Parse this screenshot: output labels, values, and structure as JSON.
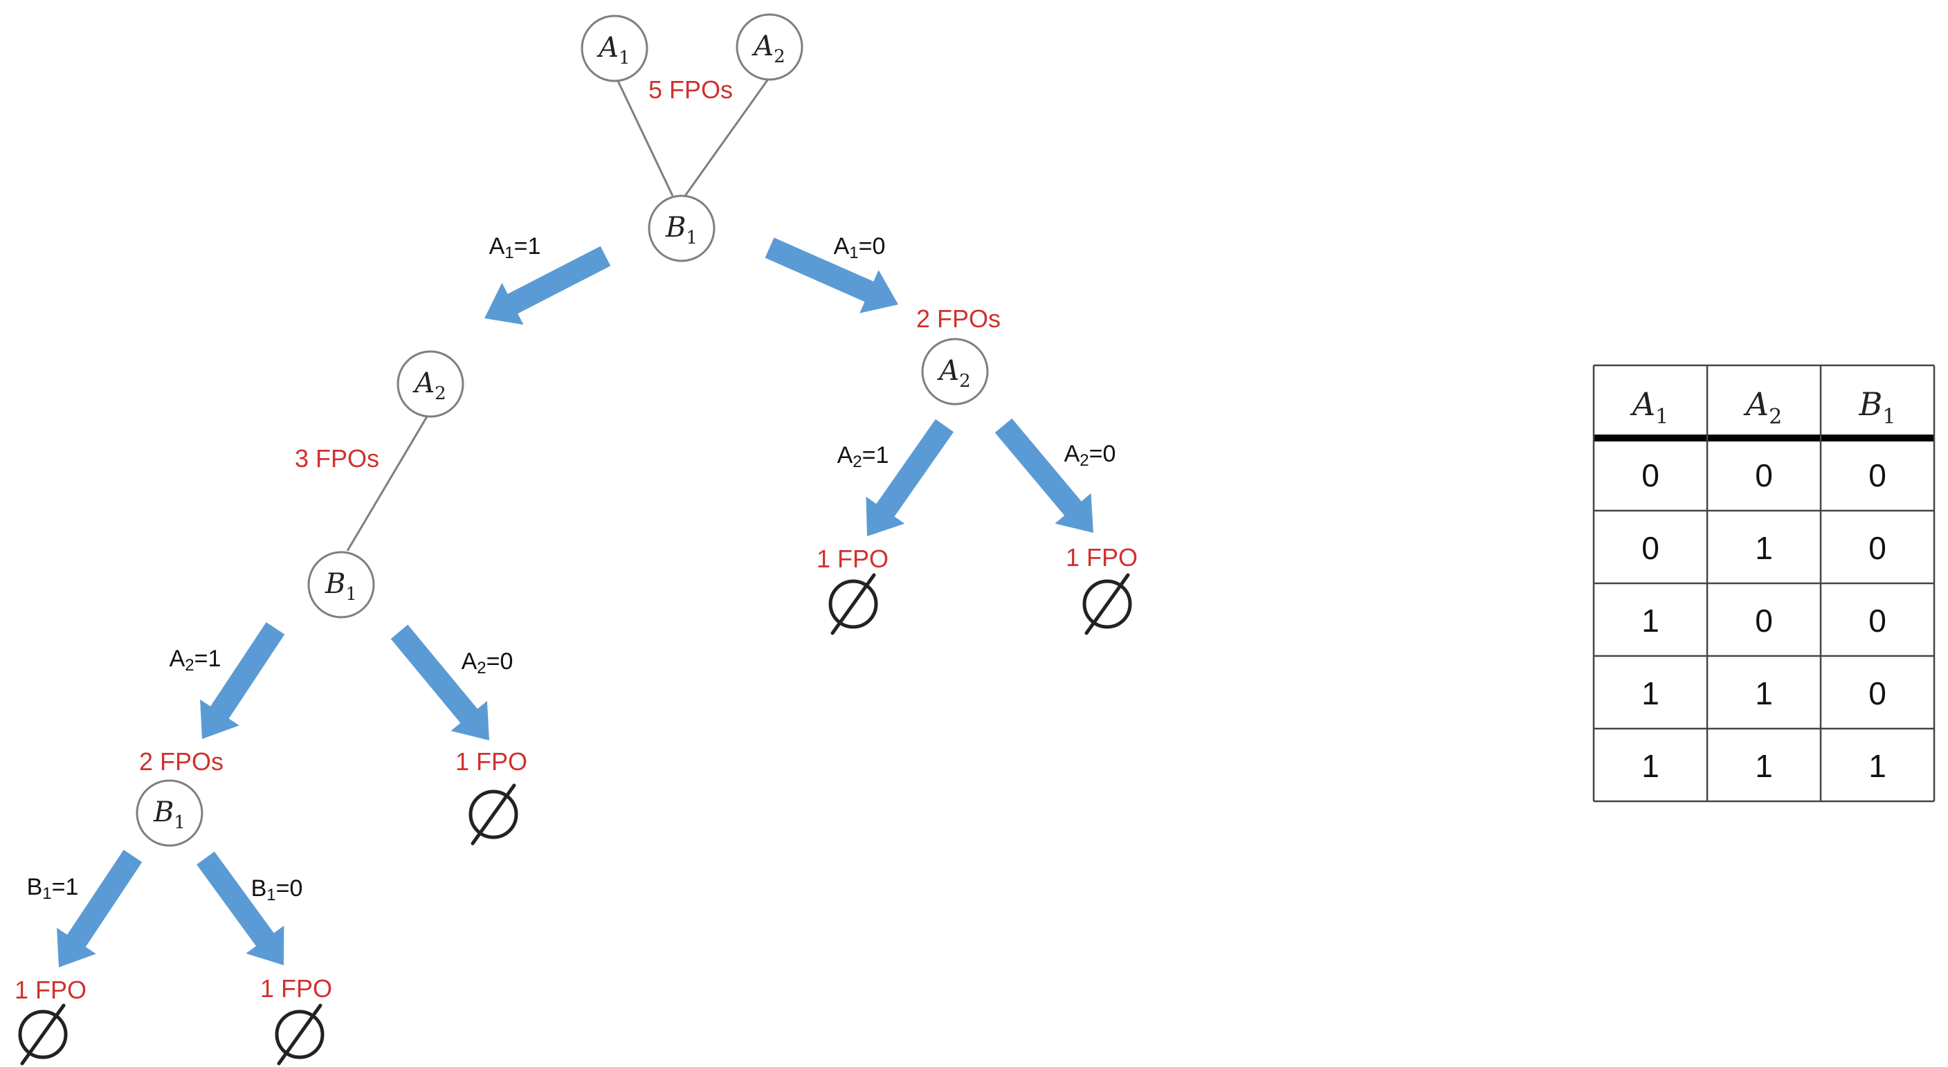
{
  "colors": {
    "fpo_text": "#d0312d",
    "arrow_fill": "#5b9bd5",
    "edge": "#7f7f7f"
  },
  "nodes": [
    {
      "id": "a1-root",
      "base": "A",
      "sub": "1"
    },
    {
      "id": "a2-root",
      "base": "A",
      "sub": "2"
    },
    {
      "id": "b1-top",
      "base": "B",
      "sub": "1"
    },
    {
      "id": "a2-left",
      "base": "A",
      "sub": "2"
    },
    {
      "id": "a2-right",
      "base": "A",
      "sub": "2"
    },
    {
      "id": "b1-mid",
      "base": "B",
      "sub": "1"
    },
    {
      "id": "b1-low",
      "base": "B",
      "sub": "1"
    }
  ],
  "fpo_labels": [
    "5 FPOs",
    "2 FPOs",
    "3 FPOs",
    "1 FPO",
    "1 FPO",
    "2 FPOs",
    "1 FPO",
    "1 FPO",
    "1 FPO"
  ],
  "conditions": [
    {
      "var": "A",
      "sub": "1",
      "rest": "=1"
    },
    {
      "var": "A",
      "sub": "1",
      "rest": "=0"
    },
    {
      "var": "A",
      "sub": "2",
      "rest": "=1"
    },
    {
      "var": "A",
      "sub": "2",
      "rest": "=0"
    },
    {
      "var": "A",
      "sub": "2",
      "rest": "=1"
    },
    {
      "var": "A",
      "sub": "2",
      "rest": "=0"
    },
    {
      "var": "B",
      "sub": "1",
      "rest": "=1"
    },
    {
      "var": "B",
      "sub": "1",
      "rest": "=0"
    }
  ],
  "empty_set_icon": "empty-set-icon",
  "table": {
    "headers": [
      {
        "base": "A",
        "sub": "1"
      },
      {
        "base": "A",
        "sub": "2"
      },
      {
        "base": "B",
        "sub": "1"
      }
    ],
    "rows": [
      [
        "0",
        "0",
        "0"
      ],
      [
        "0",
        "1",
        "0"
      ],
      [
        "1",
        "0",
        "0"
      ],
      [
        "1",
        "1",
        "0"
      ],
      [
        "1",
        "1",
        "1"
      ]
    ]
  }
}
